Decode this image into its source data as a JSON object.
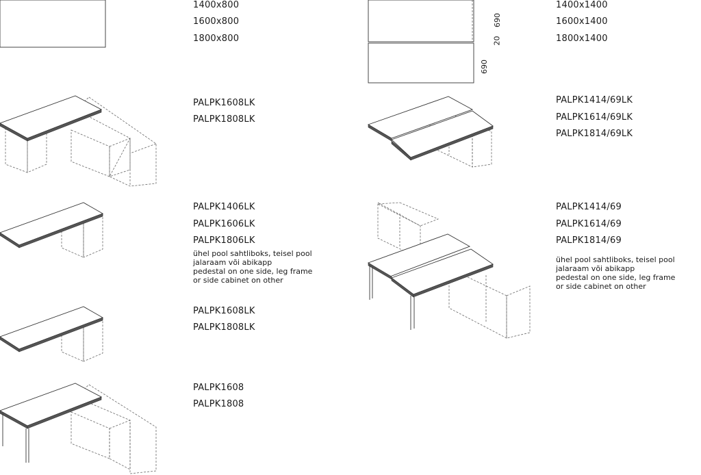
{
  "sections": {
    "top_left_sizes": [
      "1400x800",
      "1600x800",
      "1800x800"
    ],
    "top_right_sizes": [
      "1400x1400",
      "1600x1400",
      "1800x1400"
    ],
    "dimensions": {
      "top": "690",
      "gap": "20",
      "bottom": "690"
    },
    "row2_left_codes": [
      "PALPK1608LK",
      "PALPK1808LK"
    ],
    "row2_right_codes": [
      "PALPK1414/69LK",
      "PALPK1614/69LK",
      "PALPK1814/69LK"
    ],
    "row3_left_codes": [
      "PALPK1406LK",
      "PALPK1606LK",
      "PALPK1806LK"
    ],
    "row3_left_note": [
      "ühel pool sahtliboks, teisel pool",
      "jalaraam või abikapp",
      "pedestal on one side, leg frame",
      "or side cabinet on other"
    ],
    "row3_right_codes": [
      "PALPK1414/69",
      "PALPK1614/69",
      "PALPK1814/69"
    ],
    "row3_right_note": [
      "ühel pool sahtliboks, teisel pool",
      "jalaraam või abikapp",
      "pedestal on one side, leg frame",
      "or side cabinet on other"
    ],
    "row4_left_codes": [
      "PALPK1608LK",
      "PALPK1808LK"
    ],
    "row5_left_codes": [
      "PALPK1608",
      "PALPK1808"
    ]
  }
}
